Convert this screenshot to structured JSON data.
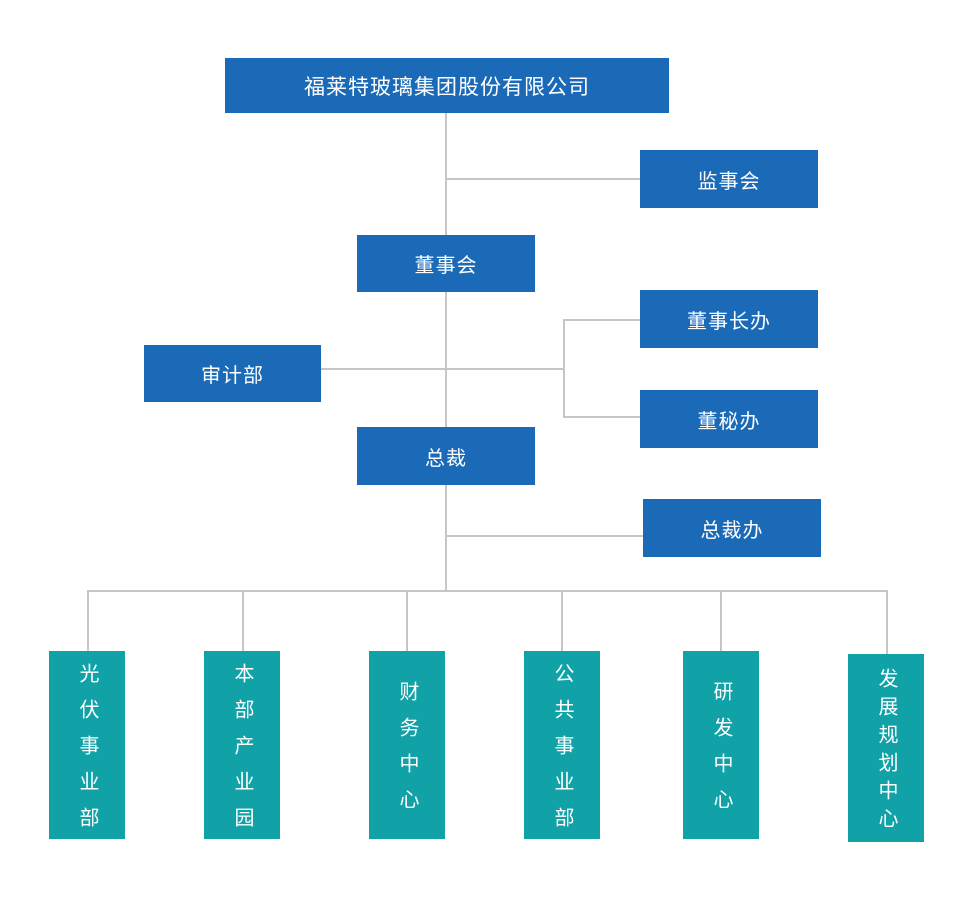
{
  "org_chart": {
    "root": {
      "label": "福莱特玻璃集团股份有限公司"
    },
    "nodes": {
      "supervisory_board": {
        "label": "监事会"
      },
      "board_of_directors": {
        "label": "董事会"
      },
      "chairman_office": {
        "label": "董事长办"
      },
      "audit_department": {
        "label": "审计部"
      },
      "board_secretary_office": {
        "label": "董秘办"
      },
      "president": {
        "label": "总裁"
      },
      "president_office": {
        "label": "总裁办"
      }
    },
    "departments": [
      {
        "label": "光伏事业部"
      },
      {
        "label": "本部产业园"
      },
      {
        "label": "财务中心"
      },
      {
        "label": "公共事业部"
      },
      {
        "label": "研发中心"
      },
      {
        "label": "发展规划中心"
      }
    ],
    "colors": {
      "management_node_blue": "#1a6ab8",
      "department_teal": "#11a2a8",
      "connector_gray": "#c6c6c6",
      "label_text": "#ffffff",
      "background": "#ffffff"
    }
  }
}
